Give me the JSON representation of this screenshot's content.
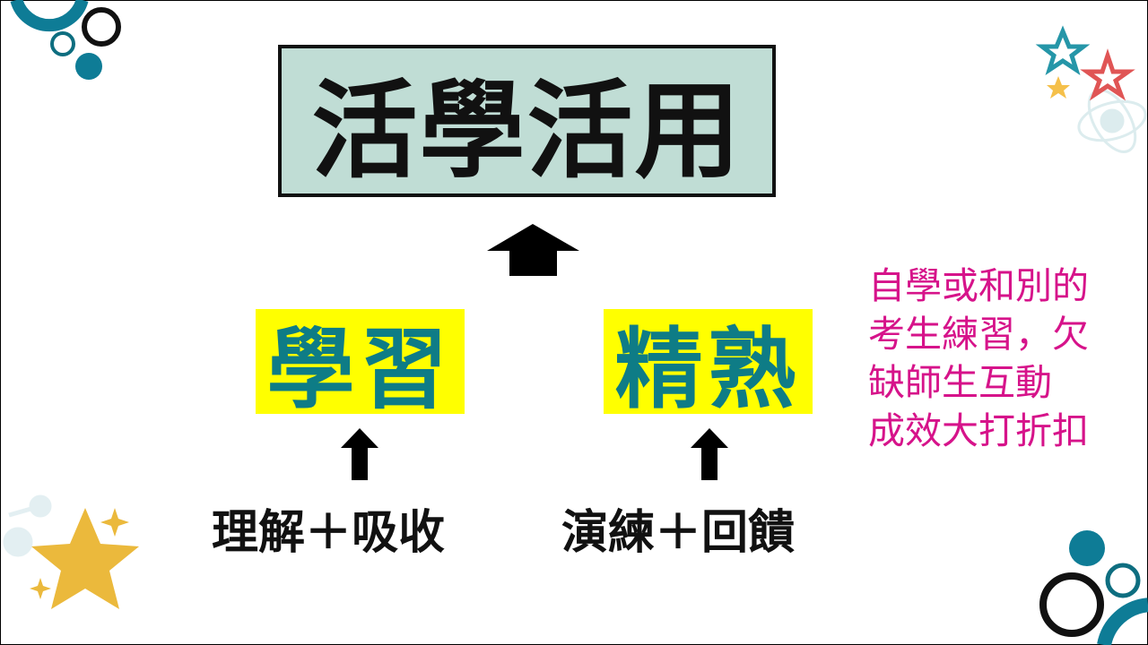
{
  "title": "活學活用",
  "left_box": "學習",
  "right_box": "精熟",
  "left_bottom": "理解＋吸收",
  "right_bottom": "演練＋回饋",
  "note_lines": [
    "自學或和別的",
    "考生練習，欠",
    "缺師生互動",
    "成效大打折扣"
  ],
  "colors": {
    "title_bg": "#c0ddd5",
    "highlight": "#ffff00",
    "teal": "#0e7c86",
    "note": "#d6138a"
  }
}
